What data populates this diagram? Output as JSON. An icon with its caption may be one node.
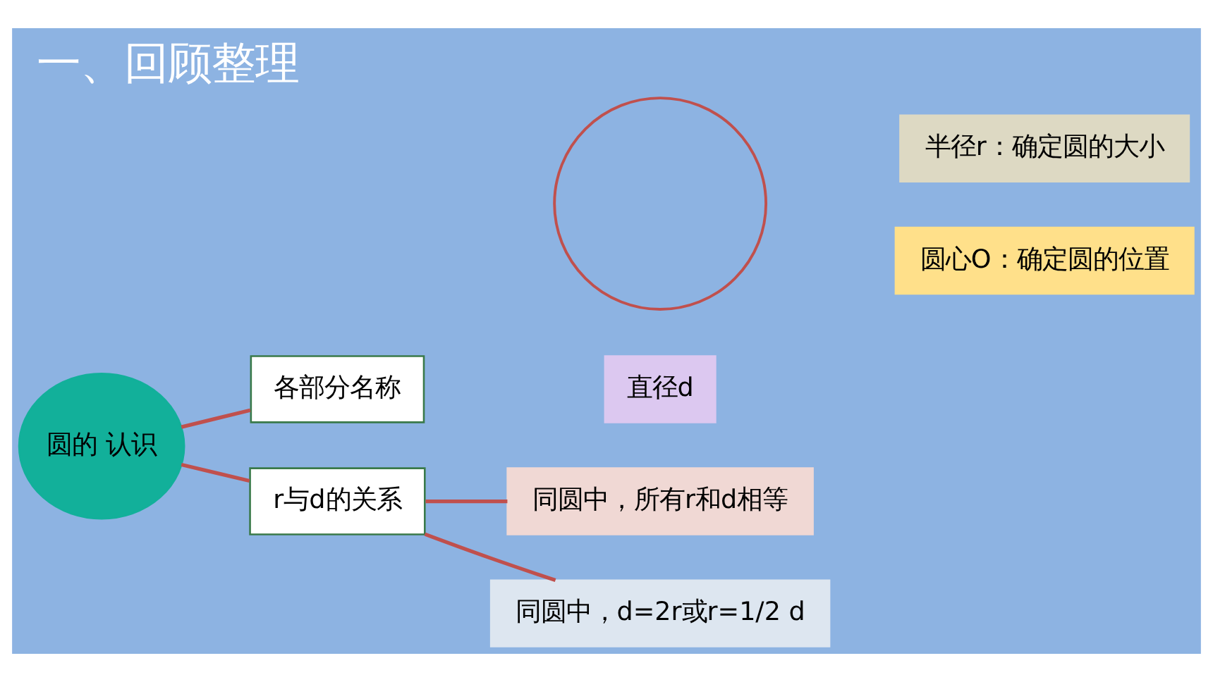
{
  "diagram": {
    "title": "一、回顾整理",
    "nodes": [
      {
        "text": [
          "圆的 认识"
        ]
      },
      {
        "text": [
          "各部分名称"
        ]
      },
      {
        "text": [
          "r与d的关系"
        ]
      },
      {
        "text": [],
        "shape": "circle"
      },
      {
        "text": [
          "半径r：确定圆的大小"
        ]
      },
      {
        "text": [
          "圆心O：确定圆的位置"
        ]
      },
      {
        "text": [
          "直径d"
        ]
      },
      {
        "text": [
          "同圆中，所有r和d相等"
        ]
      },
      {
        "text": [
          "同圆中，d=2r或r=1/2 d"
        ]
      }
    ],
    "edges": [
      {
        "from": 0,
        "to": 1,
        "arrow": "none"
      },
      {
        "from": 0,
        "to": 2,
        "arrow": "none"
      },
      {
        "from": 2,
        "to": 7,
        "arrow": "none"
      },
      {
        "from": 2,
        "to": 8,
        "arrow": "none"
      }
    ]
  }
}
